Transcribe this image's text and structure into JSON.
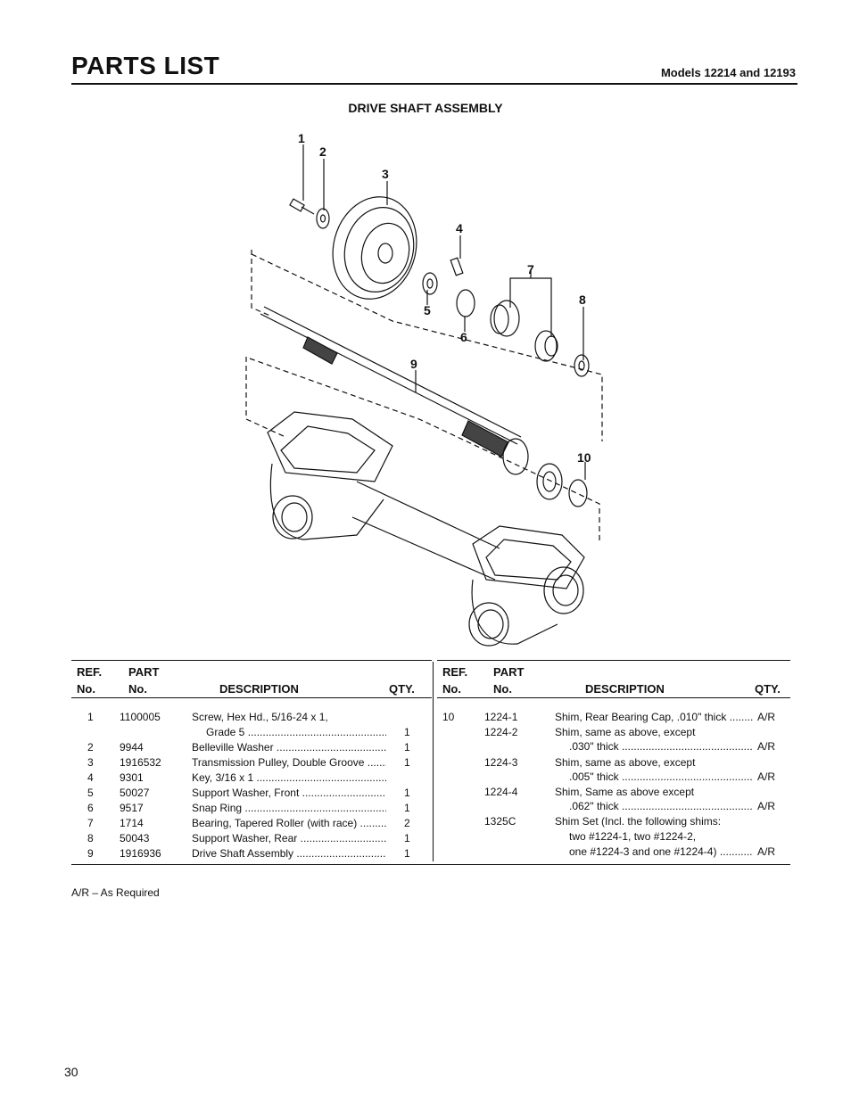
{
  "header": {
    "title": "PARTS LIST",
    "models": "Models 12214 and 12193"
  },
  "section_title": "DRIVE SHAFT ASSEMBLY",
  "diagram": {
    "callouts": [
      "1",
      "2",
      "3",
      "4",
      "5",
      "6",
      "7",
      "8",
      "9",
      "10"
    ]
  },
  "table": {
    "headers": {
      "ref1": "REF.",
      "ref2": "No.",
      "part1": "PART",
      "part2": "No.",
      "desc": "DESCRIPTION",
      "qty": "QTY."
    },
    "left_rows": [
      {
        "ref": "1",
        "part": "1100005",
        "desc": "Screw, Hex Hd., 5/16-24 x 1,",
        "desc2": "Grade 5",
        "qty": "1"
      },
      {
        "ref": "2",
        "part": "9944",
        "desc": "Belleville Washer",
        "qty": "1"
      },
      {
        "ref": "3",
        "part": "1916532",
        "desc": "Transmission Pulley, Double Groove",
        "qty": "1"
      },
      {
        "ref": "4",
        "part": "9301",
        "desc": "Key, 3/16 x 1",
        "qty": ""
      },
      {
        "ref": "5",
        "part": "50027",
        "desc": "Support Washer, Front",
        "qty": "1"
      },
      {
        "ref": "6",
        "part": "9517",
        "desc": "Snap Ring",
        "qty": "1"
      },
      {
        "ref": "7",
        "part": "1714",
        "desc": "Bearing, Tapered Roller (with race)",
        "qty": "2"
      },
      {
        "ref": "8",
        "part": "50043",
        "desc": "Support Washer, Rear",
        "qty": "1"
      },
      {
        "ref": "9",
        "part": "1916936",
        "desc": "Drive Shaft Assembly",
        "qty": "1"
      }
    ],
    "right_rows": [
      {
        "ref": "10",
        "part": "1224-1",
        "desc": "Shim, Rear Bearing Cap, .010\" thick",
        "qty": "A/R"
      },
      {
        "ref": "",
        "part": "1224-2",
        "desc": "Shim, same as above, except",
        "desc2": ".030\" thick",
        "qty": "A/R"
      },
      {
        "ref": "",
        "part": "1224-3",
        "desc": "Shim, same as above, except",
        "desc2": ".005\" thick",
        "qty": "A/R"
      },
      {
        "ref": "",
        "part": "1224-4",
        "desc": "Shim, Same as above except",
        "desc2": ".062\" thick",
        "qty": "A/R"
      },
      {
        "ref": "",
        "part": "1325C",
        "desc": "Shim Set (Incl. the following shims:",
        "desc2": "two #1224-1, two #1224-2,",
        "desc3": "one #1224-3 and one #1224-4)",
        "qty": "A/R"
      }
    ]
  },
  "footnote": "A/R – As Required",
  "page_number": "30"
}
